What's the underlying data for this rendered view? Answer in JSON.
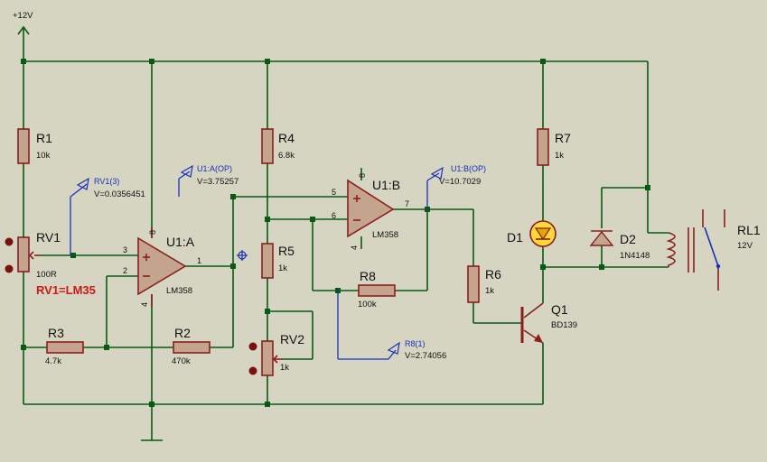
{
  "power": {
    "label": "+12V"
  },
  "note": {
    "text": "RV1=LM35"
  },
  "components": {
    "R1": {
      "ref": "R1",
      "value": "10k"
    },
    "RV1": {
      "ref": "RV1",
      "value": "100R"
    },
    "R3": {
      "ref": "R3",
      "value": "4.7k"
    },
    "R2": {
      "ref": "R2",
      "value": "470k"
    },
    "R4": {
      "ref": "R4",
      "value": "6.8k"
    },
    "R5": {
      "ref": "R5",
      "value": "1k"
    },
    "RV2": {
      "ref": "RV2",
      "value": "1k"
    },
    "R8": {
      "ref": "R8",
      "value": "100k"
    },
    "R6": {
      "ref": "R6",
      "value": "1k"
    },
    "R7": {
      "ref": "R7",
      "value": "1k"
    },
    "U1A": {
      "ref": "U1:A",
      "value": "LM358"
    },
    "U1B": {
      "ref": "U1:B",
      "value": "LM358"
    },
    "D1": {
      "ref": "D1"
    },
    "D2": {
      "ref": "D2",
      "value": "1N4148"
    },
    "Q1": {
      "ref": "Q1",
      "value": "BD139"
    },
    "RL1": {
      "ref": "RL1",
      "value": "12V"
    }
  },
  "pins": {
    "u1a_in_minus": "2",
    "u1a_in_plus": "3",
    "u1a_out": "1",
    "u1a_vcc": "8",
    "u1a_gnd": "4",
    "u1b_in_plus": "5",
    "u1b_in_minus": "6",
    "u1b_out": "7",
    "u1b_vcc": "8",
    "u1b_gnd": "4"
  },
  "probes": {
    "rv1": {
      "name": "RV1(3)",
      "value": "V=0.0356451"
    },
    "u1a": {
      "name": "U1:A(OP)",
      "value": "V=3.75257"
    },
    "u1b": {
      "name": "U1:B(OP)",
      "value": "V=10.7029"
    },
    "r8": {
      "name": "R8(1)",
      "value": "V=2.74056"
    }
  }
}
